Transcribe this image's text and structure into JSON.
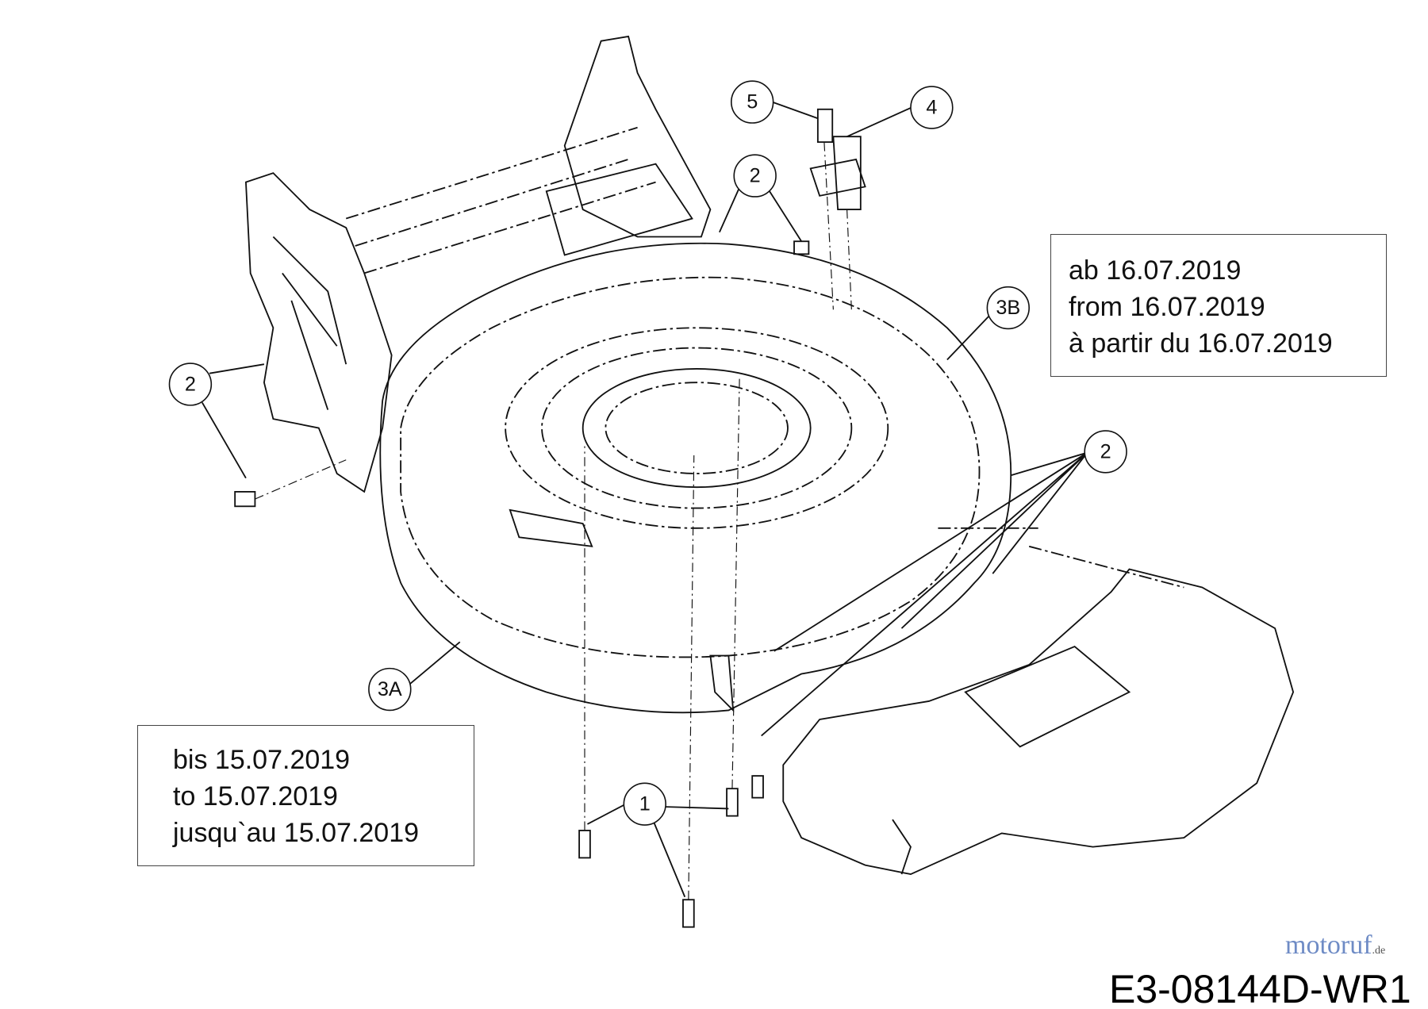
{
  "callouts": [
    "5",
    "4",
    "2",
    "3B",
    "2",
    "2",
    "3A",
    "1"
  ],
  "note_from": {
    "lines": [
      "ab 16.07.2019",
      "from 16.07.2019",
      "à partir du 16.07.2019"
    ]
  },
  "note_until": {
    "lines": [
      "bis 15.07.2019",
      "to 15.07.2019",
      "jusqu`au 15.07.2019"
    ]
  },
  "drawing_code": "E3-08144D-WR1",
  "watermark": {
    "name": "motoruf",
    "suffix": ".de"
  }
}
